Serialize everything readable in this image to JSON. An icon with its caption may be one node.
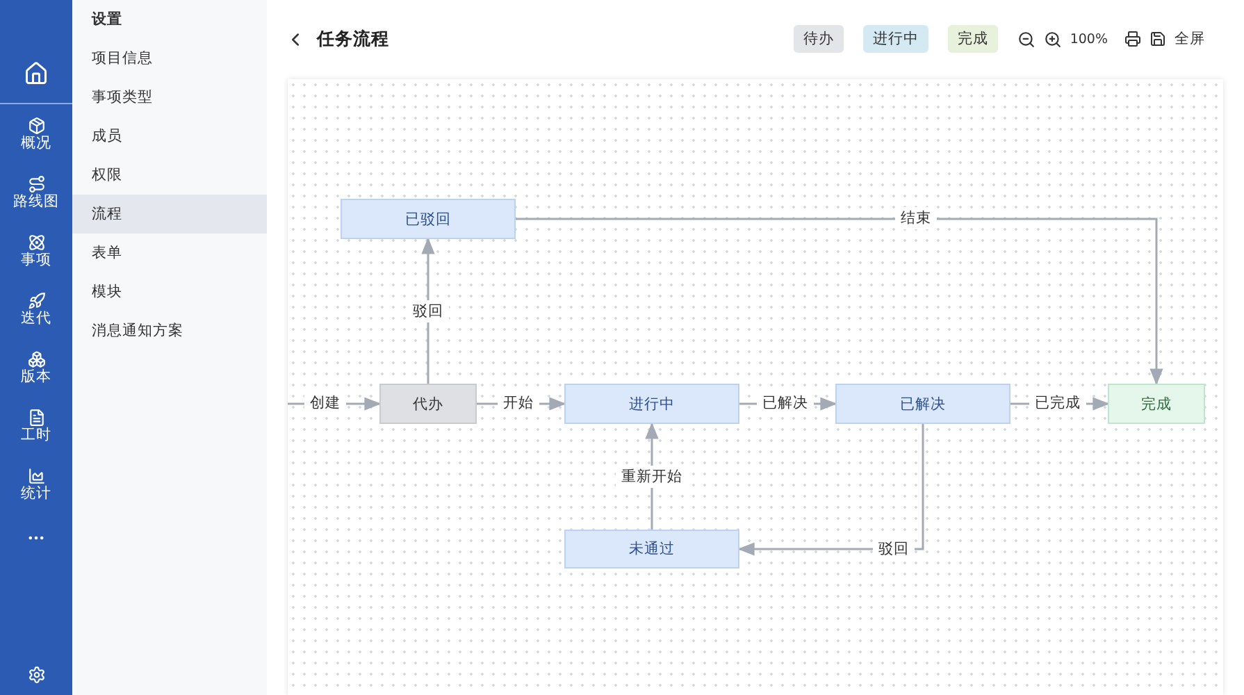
{
  "diagram": {
    "title": "任务流程",
    "nodes": [
      {
        "text": [
          "已驳回"
        ]
      },
      {
        "text": [
          "代办"
        ]
      },
      {
        "text": [
          "进行中"
        ]
      },
      {
        "text": [
          "已解决"
        ]
      },
      {
        "text": [
          "完成"
        ]
      },
      {
        "text": [
          "未通过"
        ]
      }
    ],
    "edges": [
      {
        "from": null,
        "to": 1,
        "arrow": "to",
        "label": "创建"
      },
      {
        "from": 1,
        "to": 0,
        "arrow": "to",
        "label": "驳回"
      },
      {
        "from": 1,
        "to": 2,
        "arrow": "to",
        "label": "开始"
      },
      {
        "from": 0,
        "to": 4,
        "arrow": "to",
        "label": "结束"
      },
      {
        "from": 2,
        "to": 3,
        "arrow": "to",
        "label": "已解决"
      },
      {
        "from": 3,
        "to": 4,
        "arrow": "to",
        "label": "已完成"
      },
      {
        "from": 3,
        "to": 5,
        "arrow": "to",
        "label": "驳回"
      },
      {
        "from": 5,
        "to": 2,
        "arrow": "to",
        "label": "重新开始"
      }
    ],
    "labels": [
      "概况",
      "路线图",
      "事项",
      "迭代",
      "版本",
      "工时",
      "统计",
      "设置",
      "项目信息",
      "事项类型",
      "成员",
      "权限",
      "流程",
      "表单",
      "模块",
      "消息通知方案",
      "100%",
      "全屏"
    ],
    "legend": [
      {
        "text": "待办",
        "color": "#e4e5e9"
      },
      {
        "text": "进行中",
        "color": "#d5e9f2"
      },
      {
        "text": "完成",
        "color": "#e7f1dc"
      }
    ]
  }
}
